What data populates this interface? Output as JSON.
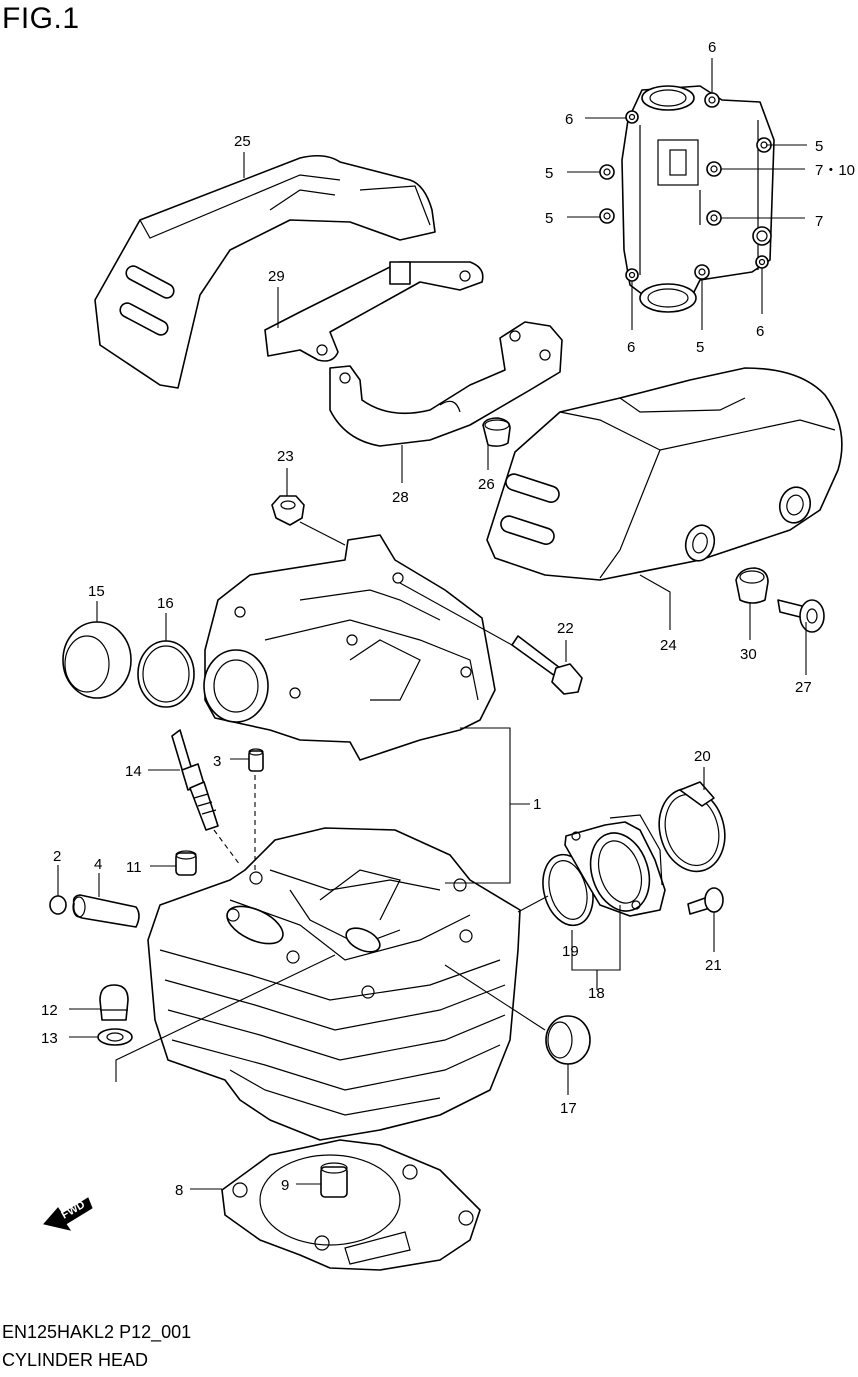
{
  "figure_label": "FIG.1",
  "part_code": "EN125HAKL2 P12_001",
  "diagram_title": "CYLINDER HEAD",
  "fwd_label": "FWD",
  "callouts": [
    {
      "id": "c1",
      "label": "1"
    },
    {
      "id": "c2",
      "label": "2"
    },
    {
      "id": "c3",
      "label": "3"
    },
    {
      "id": "c4",
      "label": "4"
    },
    {
      "id": "c5a",
      "label": "5"
    },
    {
      "id": "c5b",
      "label": "5"
    },
    {
      "id": "c5c",
      "label": "5"
    },
    {
      "id": "c5d",
      "label": "5"
    },
    {
      "id": "c6a",
      "label": "6"
    },
    {
      "id": "c6b",
      "label": "6"
    },
    {
      "id": "c6c",
      "label": "6"
    },
    {
      "id": "c6d",
      "label": "6"
    },
    {
      "id": "c7a",
      "label": "7・10"
    },
    {
      "id": "c7b",
      "label": "7"
    },
    {
      "id": "c8",
      "label": "8"
    },
    {
      "id": "c9",
      "label": "9"
    },
    {
      "id": "c11",
      "label": "11"
    },
    {
      "id": "c12",
      "label": "12"
    },
    {
      "id": "c13",
      "label": "13"
    },
    {
      "id": "c14",
      "label": "14"
    },
    {
      "id": "c15",
      "label": "15"
    },
    {
      "id": "c16",
      "label": "16"
    },
    {
      "id": "c17",
      "label": "17"
    },
    {
      "id": "c18",
      "label": "18"
    },
    {
      "id": "c19",
      "label": "19"
    },
    {
      "id": "c20",
      "label": "20"
    },
    {
      "id": "c21",
      "label": "21"
    },
    {
      "id": "c22",
      "label": "22"
    },
    {
      "id": "c23",
      "label": "23"
    },
    {
      "id": "c24",
      "label": "24"
    },
    {
      "id": "c25",
      "label": "25"
    },
    {
      "id": "c26",
      "label": "26"
    },
    {
      "id": "c27",
      "label": "27"
    },
    {
      "id": "c28",
      "label": "28"
    },
    {
      "id": "c29",
      "label": "29"
    },
    {
      "id": "c30",
      "label": "30"
    }
  ]
}
